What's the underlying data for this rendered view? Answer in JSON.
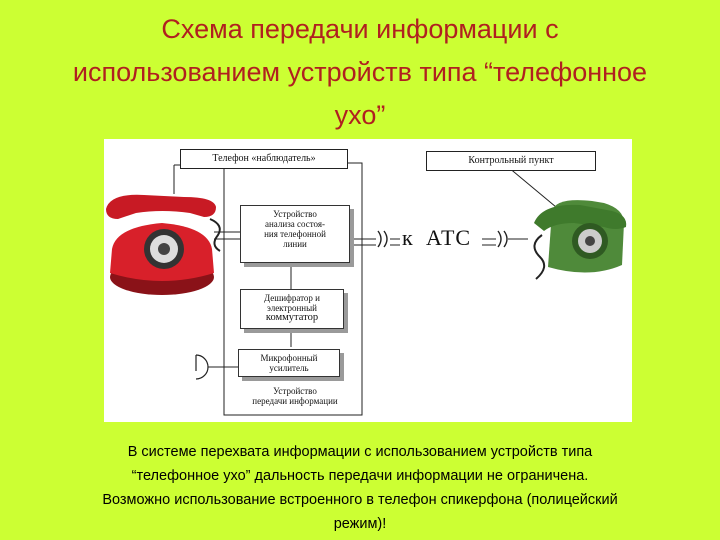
{
  "title": {
    "line1": "Схема передачи информации с",
    "line2": "использованием устройств типа “телефонное",
    "line3": "ухо”"
  },
  "diagram": {
    "phone_label": "Телефон «наблюдатель»",
    "control_label": "Контрольный пункт",
    "block1": {
      "line1": "Устройство",
      "line2": "анализа состоя-",
      "line3": "ния телефонной",
      "line4": "линии"
    },
    "block2": {
      "line1": "Дешифратор и",
      "line2": "электронный",
      "line3": "коммутатор"
    },
    "block3": {
      "line1": "Микрофонный",
      "line2": "усилитель"
    },
    "block4": {
      "line1": "Устройство",
      "line2": "передачи информации"
    },
    "k_label": "к",
    "atc_label": "АТС",
    "red_phone_color": "#d8202a",
    "green_phone_color": "#4f8a3a"
  },
  "caption": {
    "line1": "В системе перехвата информации  с использованием устройств типа",
    "line2": "“телефонное ухо” дальность передачи информации не ограничена.",
    "line3": "Возможно использование встроенного в телефон спикерфона (полицейский",
    "line4": "режим)!"
  }
}
